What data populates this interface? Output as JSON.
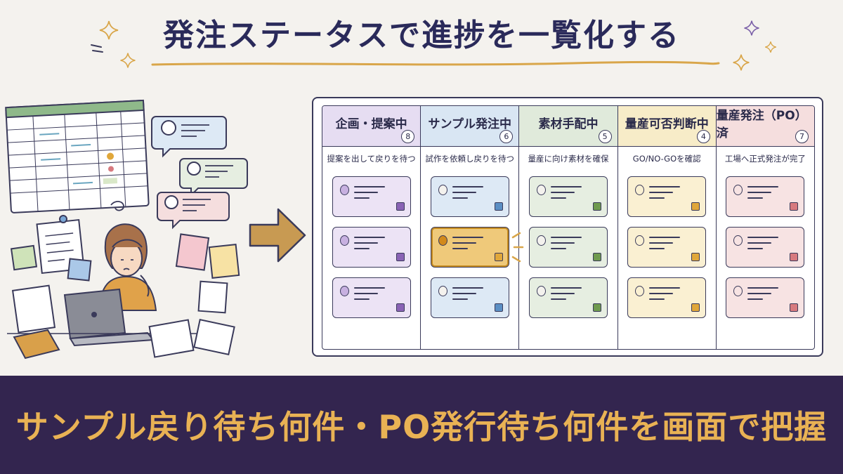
{
  "title": "発注ステータスで進捗を一覧化する",
  "banner": "サンプル戻り待ち何件・PO発行待ち何件を画面で把握",
  "board": {
    "columns": [
      {
        "label": "企画・提案中",
        "count": "8",
        "desc": "提案を出して戻りを待つ",
        "head_color": "#e6ddf2",
        "card_color": "#ece3f5",
        "tag_color": "#8a63b5",
        "avatar_fill": "#c7b0e0"
      },
      {
        "label": "サンプル発注中",
        "count": "6",
        "desc": "試作を依頼し戻りを待つ",
        "head_color": "#d9e6f3",
        "card_color": "#dde9f5",
        "tag_color": "#5b8fc4",
        "avatar_fill": "#f4f2ee"
      },
      {
        "label": "素材手配中",
        "count": "5",
        "desc": "量産に向け素材を確保",
        "head_color": "#e0eadb",
        "card_color": "#e6eee1",
        "tag_color": "#6f9a4f",
        "avatar_fill": "#f4f2ee"
      },
      {
        "label": "量産可否判断中",
        "count": "4",
        "desc": "GO/NO-GOを確認",
        "head_color": "#f7ecc8",
        "card_color": "#faf0d2",
        "tag_color": "#e0a73a",
        "avatar_fill": "#faf0d2"
      },
      {
        "label": "量産発注（PO）済",
        "count": "7",
        "desc": "工場へ正式発注が完了",
        "head_color": "#f5dede",
        "card_color": "#f7e3e3",
        "tag_color": "#d77a7f",
        "avatar_fill": "#f7e3e3"
      }
    ],
    "highlight_card_color": "#efc97a",
    "highlight_avatar_color": "#d2891b"
  },
  "icons": {
    "arrow": "arrow-right-icon",
    "sparkle": "sparkle-icon"
  },
  "colors": {
    "banner_bg": "#33254f",
    "banner_text": "#e9b254",
    "title_underline": "#d9a64a",
    "arrow": "#c89a52"
  }
}
